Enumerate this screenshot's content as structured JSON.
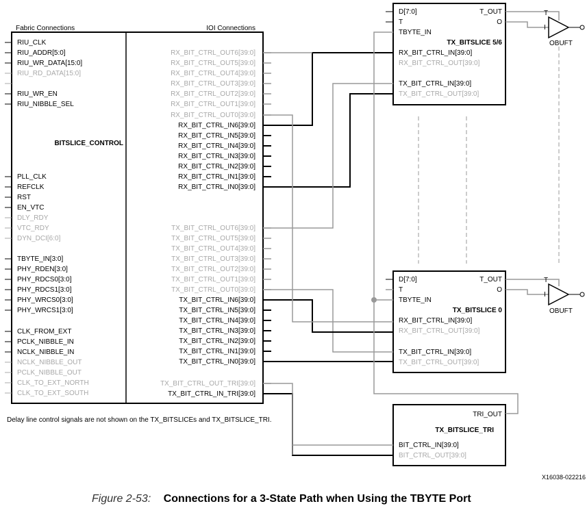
{
  "control": {
    "section_left": "Fabric Connections",
    "section_right": "IOI Connections",
    "name": "BITSLICE_CONTROL",
    "left_ports": [
      {
        "label": "RIU_CLK",
        "dim": false
      },
      {
        "label": "RIU_ADDR[5:0]",
        "dim": false
      },
      {
        "label": "RIU_WR_DATA[15:0]",
        "dim": false
      },
      {
        "label": "RIU_RD_DATA[15:0]",
        "dim": true
      },
      {
        "label": "",
        "dim": true
      },
      {
        "label": "RIU_WR_EN",
        "dim": false
      },
      {
        "label": "RIU_NIBBLE_SEL",
        "dim": false
      },
      {
        "label": "PLL_CLK",
        "dim": false
      },
      {
        "label": "REFCLK",
        "dim": false
      },
      {
        "label": "RST",
        "dim": false
      },
      {
        "label": "EN_VTC",
        "dim": false
      },
      {
        "label": "DLY_RDY",
        "dim": true
      },
      {
        "label": "VTC_RDY",
        "dim": true
      },
      {
        "label": "DYN_DCI[6:0]",
        "dim": true
      },
      {
        "label": "TBYTE_IN[3:0]",
        "dim": false
      },
      {
        "label": "PHY_RDEN[3:0]",
        "dim": false
      },
      {
        "label": "PHY_RDCS0[3:0]",
        "dim": false
      },
      {
        "label": "PHY_RDCS1[3:0]",
        "dim": false
      },
      {
        "label": "PHY_WRCS0[3:0]",
        "dim": false
      },
      {
        "label": "PHY_WRCS1[3:0]",
        "dim": false
      },
      {
        "label": "CLK_FROM_EXT",
        "dim": false
      },
      {
        "label": "PCLK_NIBBLE_IN",
        "dim": false
      },
      {
        "label": "NCLK_NIBBLE_IN",
        "dim": false
      },
      {
        "label": "NCLK_NIBBLE_OUT",
        "dim": true
      },
      {
        "label": "PCLK_NIBBLE_OUT",
        "dim": true
      },
      {
        "label": "CLK_TO_EXT_NORTH",
        "dim": true
      },
      {
        "label": "CLK_TO_EXT_SOUTH",
        "dim": true
      }
    ],
    "right_ports": [
      {
        "label": "RX_BIT_CTRL_OUT6[39:0]",
        "dim": true
      },
      {
        "label": "RX_BIT_CTRL_OUT5[39:0]",
        "dim": true
      },
      {
        "label": "RX_BIT_CTRL_OUT4[39:0]",
        "dim": true
      },
      {
        "label": "RX_BIT_CTRL_OUT3[39:0]",
        "dim": true
      },
      {
        "label": "RX_BIT_CTRL_OUT2[39:0]",
        "dim": true
      },
      {
        "label": "RX_BIT_CTRL_OUT1[39:0]",
        "dim": true
      },
      {
        "label": "RX_BIT_CTRL_OUT0[39:0]",
        "dim": true
      },
      {
        "label": "RX_BIT_CTRL_IN6[39:0]",
        "dim": false
      },
      {
        "label": "RX_BIT_CTRL_IN5[39:0]",
        "dim": false
      },
      {
        "label": "RX_BIT_CTRL_IN4[39:0]",
        "dim": false
      },
      {
        "label": "RX_BIT_CTRL_IN3[39:0]",
        "dim": false
      },
      {
        "label": "RX_BIT_CTRL_IN2[39:0]",
        "dim": false
      },
      {
        "label": "RX_BIT_CTRL_IN1[39:0]",
        "dim": false
      },
      {
        "label": "RX_BIT_CTRL_IN0[39:0]",
        "dim": false
      },
      {
        "label": "TX_BIT_CTRL_OUT6[39:0]",
        "dim": true
      },
      {
        "label": "TX_BIT_CTRL_OUT5[39:0]",
        "dim": true
      },
      {
        "label": "TX_BIT_CTRL_OUT4[39:0]",
        "dim": true
      },
      {
        "label": "TX_BIT_CTRL_OUT3[39:0]",
        "dim": true
      },
      {
        "label": "TX_BIT_CTRL_OUT2[39:0]",
        "dim": true
      },
      {
        "label": "TX_BIT_CTRL_OUT1[39:0]",
        "dim": true
      },
      {
        "label": "TX_BIT_CTRL_OUT0[39:0]",
        "dim": true
      },
      {
        "label": "TX_BIT_CTRL_IN6[39:0]",
        "dim": false
      },
      {
        "label": "TX_BIT_CTRL_IN5[39:0]",
        "dim": false
      },
      {
        "label": "TX_BIT_CTRL_IN4[39:0]",
        "dim": false
      },
      {
        "label": "TX_BIT_CTRL_IN3[39:0]",
        "dim": false
      },
      {
        "label": "TX_BIT_CTRL_IN2[39:0]",
        "dim": false
      },
      {
        "label": "TX_BIT_CTRL_IN1[39:0]",
        "dim": false
      },
      {
        "label": "TX_BIT_CTRL_IN0[39:0]",
        "dim": false
      },
      {
        "label": "TX_BIT_CTRL_OUT_TRI[39:0]",
        "dim": true
      },
      {
        "label": "TX_BIT_CTRL_IN_TRI[39:0]",
        "dim": false
      }
    ]
  },
  "bitslice_56": {
    "name": "TX_BITSLICE 5/6",
    "d": "D[7:0]",
    "t": "T",
    "tbyte": "TBYTE_IN",
    "t_out": "T_OUT",
    "o": "O",
    "rx_in": "RX_BIT_CTRL_IN[39:0]",
    "rx_out": "RX_BIT_CTRL_OUT[39:0]",
    "tx_in": "TX_BIT_CTRL_IN[39:0]",
    "tx_out": "TX_BIT_CTRL_OUT[39:0]"
  },
  "bitslice_0": {
    "name": "TX_BITSLICE 0",
    "d": "D[7:0]",
    "t": "T",
    "tbyte": "TBYTE_IN",
    "t_out": "T_OUT",
    "o": "O",
    "rx_in": "RX_BIT_CTRL_IN[39:0]",
    "rx_out": "RX_BIT_CTRL_OUT[39:0]",
    "tx_in": "TX_BIT_CTRL_IN[39:0]",
    "tx_out": "TX_BIT_CTRL_OUT[39:0]"
  },
  "bitslice_tri": {
    "name": "TX_BITSLICE_TRI",
    "tri_out": "TRI_OUT",
    "bit_in": "BIT_CTRL_IN[39:0]",
    "bit_out": "BIT_CTRL_OUT[39:0]"
  },
  "obuf_top": {
    "label": "OBUFT",
    "t": "T",
    "i": "I"
  },
  "obuf_bottom": {
    "label": "OBUFT",
    "t": "T",
    "i": "I"
  },
  "note": "Delay line control signals are not shown on the TX_BITSLICEs and TX_BITSLICE_TRI.",
  "figure_id": "X16038-022216",
  "caption": {
    "number": "Figure 2-53:",
    "title": "Connections for a 3-State Path when Using the TBYTE Port"
  }
}
